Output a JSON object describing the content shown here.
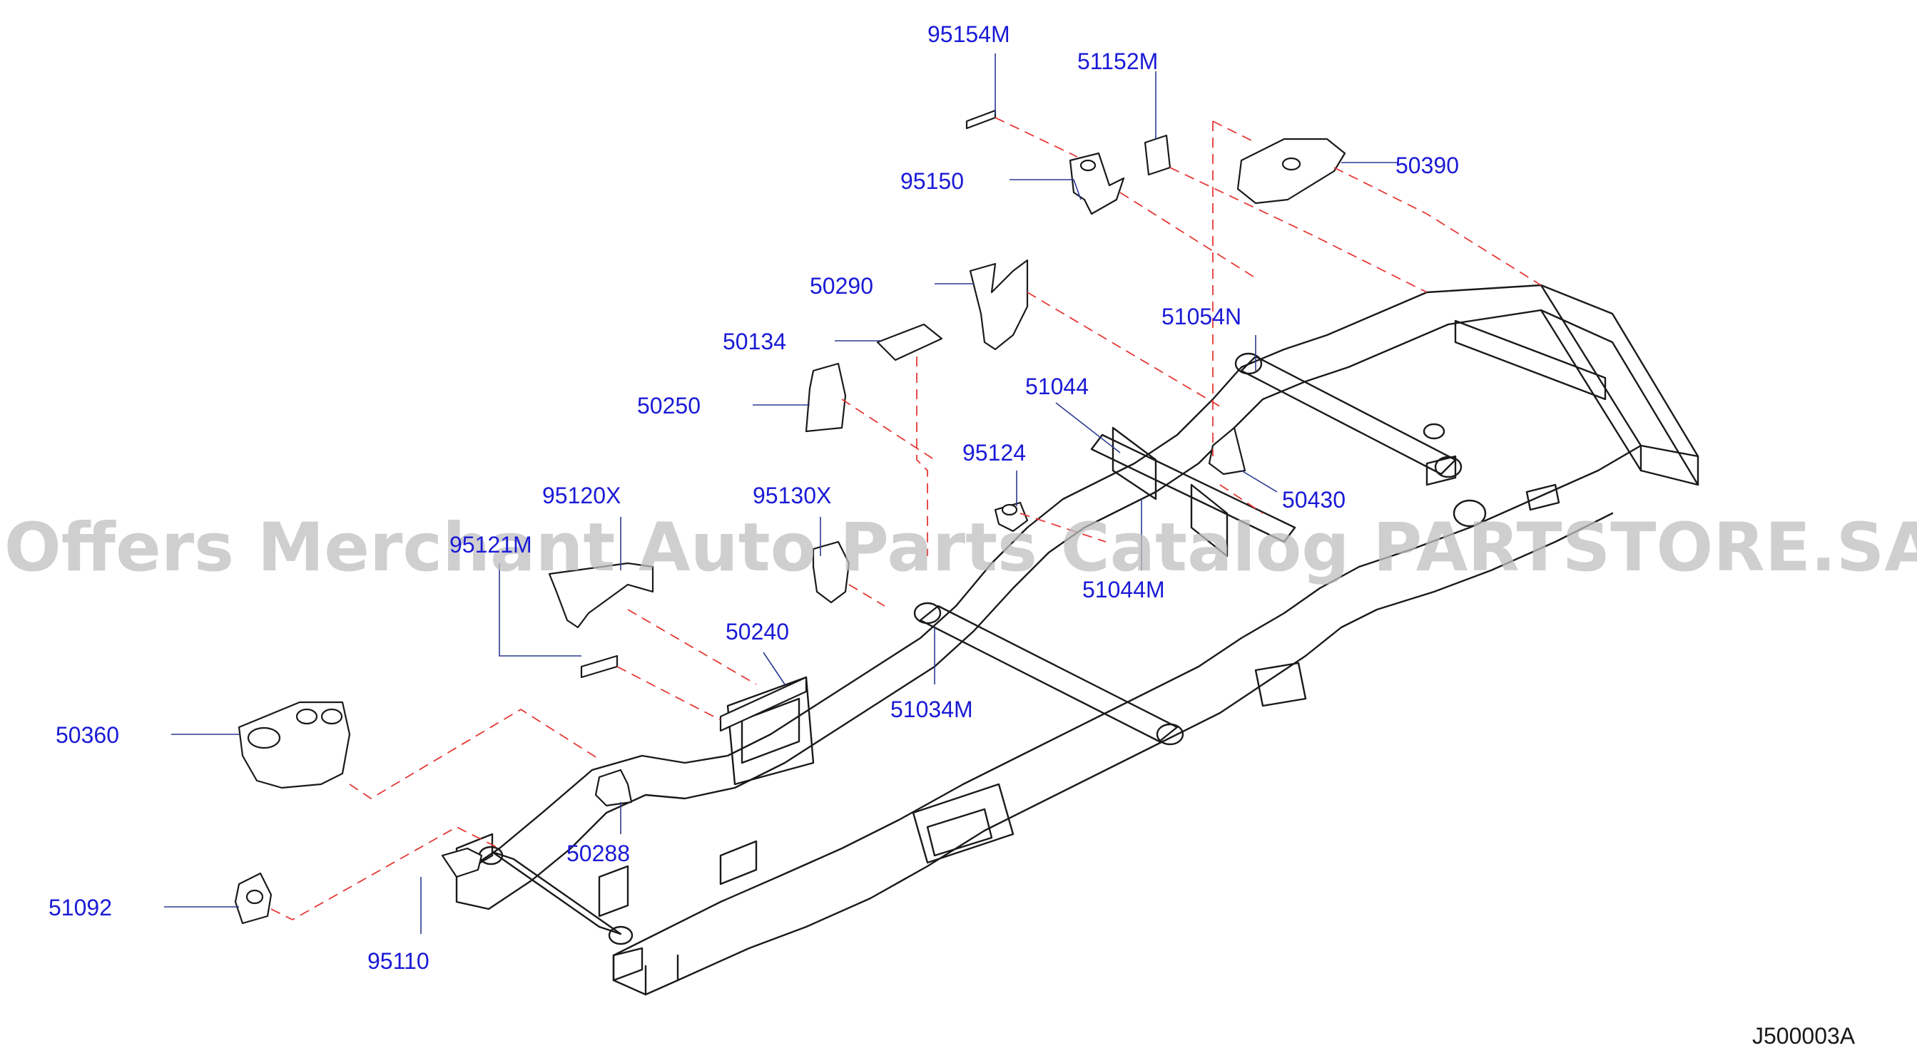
{
  "diagram": {
    "type": "exploded-parts-diagram",
    "label_color": "#1a1ad6",
    "line_color": "#1a1a1a",
    "dash_color": "#e53935",
    "watermark_color": "#bfbfbf",
    "watermark": "Offers Merchant Auto Parts Catalog PARTSTORE.SA",
    "diagram_code": "J500003A",
    "parts": [
      {
        "id": "95154M"
      },
      {
        "id": "51152M"
      },
      {
        "id": "95150"
      },
      {
        "id": "50390"
      },
      {
        "id": "50290"
      },
      {
        "id": "51054N"
      },
      {
        "id": "50134"
      },
      {
        "id": "51044"
      },
      {
        "id": "50250"
      },
      {
        "id": "95124"
      },
      {
        "id": "50430"
      },
      {
        "id": "95120X"
      },
      {
        "id": "95130X"
      },
      {
        "id": "95121M"
      },
      {
        "id": "51044M"
      },
      {
        "id": "50240"
      },
      {
        "id": "51034M"
      },
      {
        "id": "50360"
      },
      {
        "id": "50288"
      },
      {
        "id": "51092"
      },
      {
        "id": "95110"
      }
    ]
  }
}
